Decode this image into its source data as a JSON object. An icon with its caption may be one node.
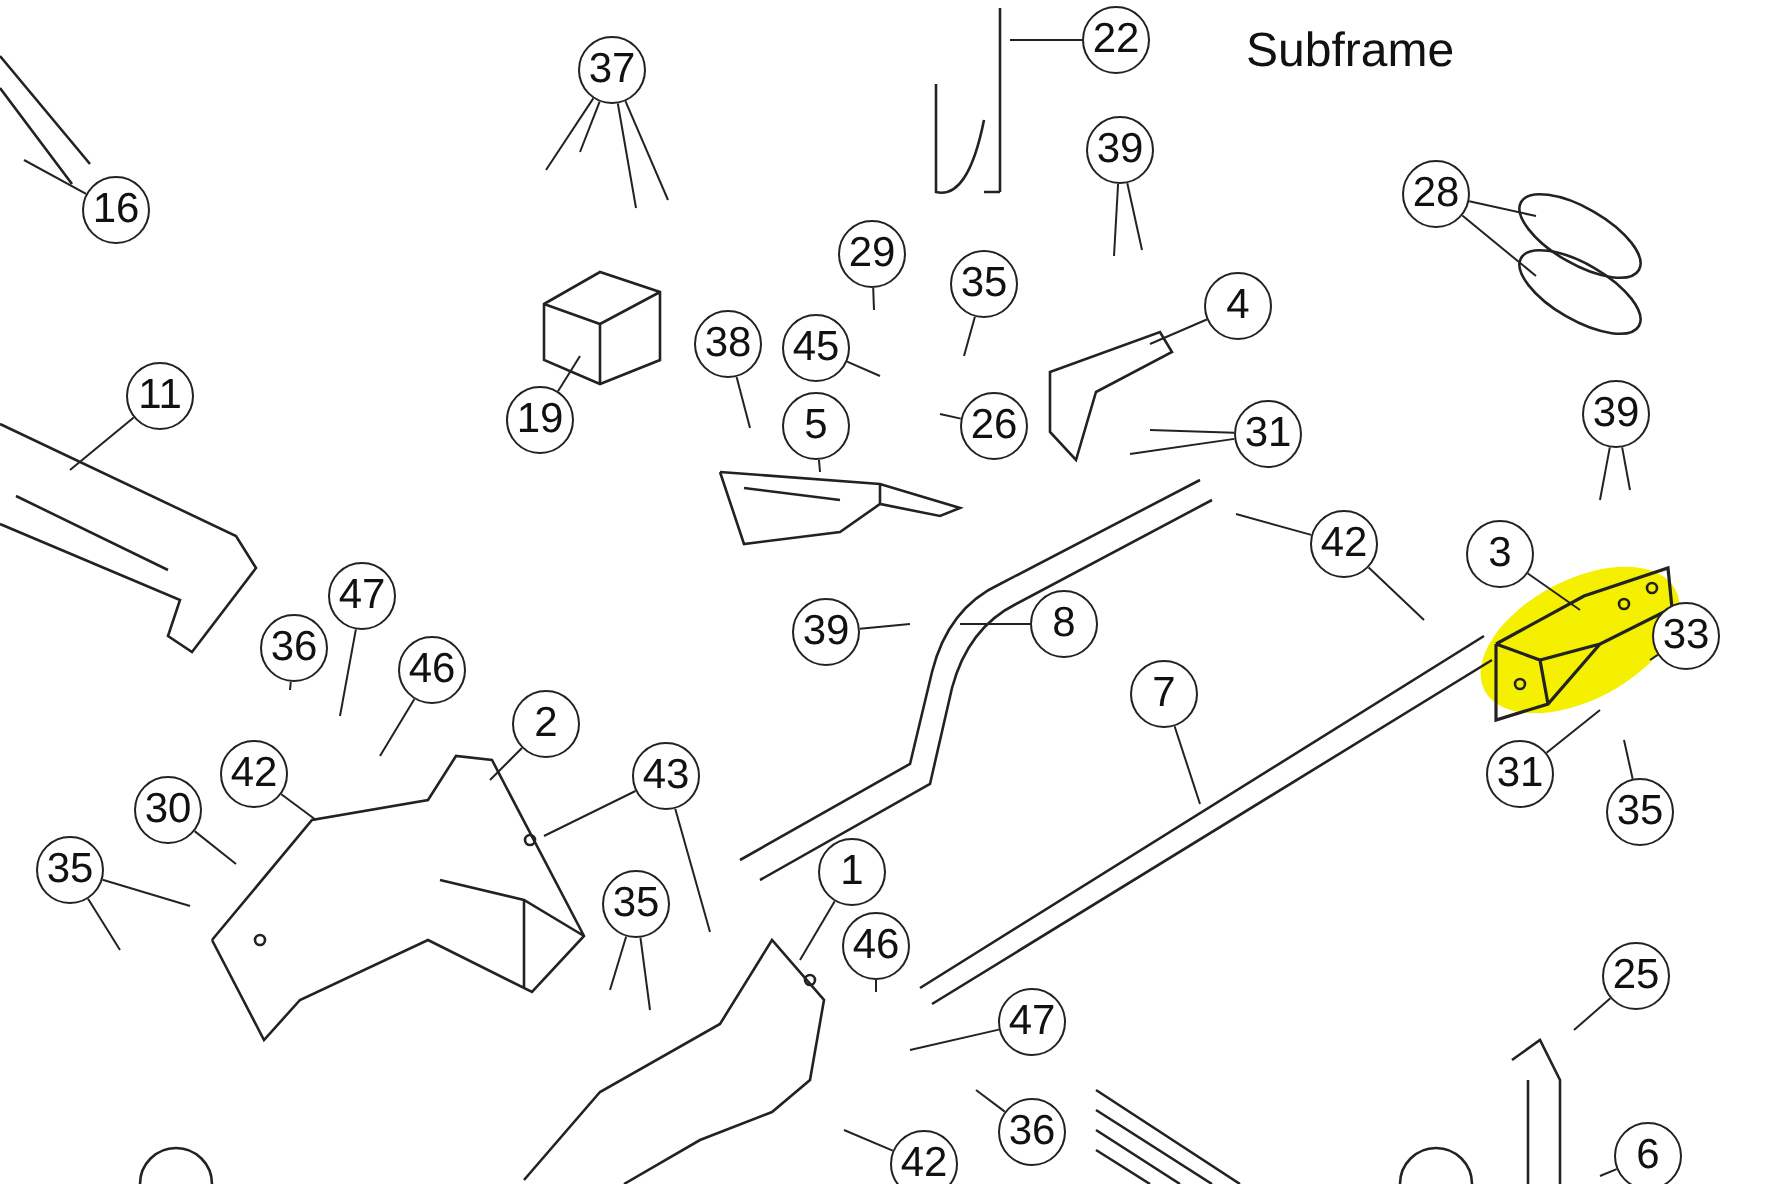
{
  "diagram": {
    "title": "Subframe",
    "nodes": [
      {
        "text": [
          "37"
        ]
      },
      {
        "text": [
          "16"
        ]
      },
      {
        "text": [
          "22"
        ]
      },
      {
        "text": [
          "39"
        ]
      },
      {
        "text": [
          "28"
        ]
      },
      {
        "text": [
          "29"
        ]
      },
      {
        "text": [
          "35"
        ]
      },
      {
        "text": [
          "45"
        ]
      },
      {
        "text": [
          "26"
        ]
      },
      {
        "text": [
          "4"
        ]
      },
      {
        "text": [
          "38"
        ]
      },
      {
        "text": [
          "19"
        ]
      },
      {
        "text": [
          "5"
        ]
      },
      {
        "text": [
          "31"
        ]
      },
      {
        "text": [
          "39"
        ]
      },
      {
        "text": [
          "11"
        ]
      },
      {
        "text": [
          "42"
        ]
      },
      {
        "text": [
          "3"
        ]
      },
      {
        "text": [
          "33"
        ]
      },
      {
        "text": [
          "31"
        ]
      },
      {
        "text": [
          "35"
        ]
      },
      {
        "text": [
          "39"
        ]
      },
      {
        "text": [
          "8"
        ]
      },
      {
        "text": [
          "7"
        ]
      },
      {
        "text": [
          "36"
        ]
      },
      {
        "text": [
          "47"
        ]
      },
      {
        "text": [
          "46"
        ]
      },
      {
        "text": [
          "2"
        ]
      },
      {
        "text": [
          "43"
        ]
      },
      {
        "text": [
          "42"
        ]
      },
      {
        "text": [
          "30"
        ]
      },
      {
        "text": [
          "35"
        ]
      },
      {
        "text": [
          "35"
        ]
      },
      {
        "text": [
          "1"
        ]
      },
      {
        "text": [
          "46"
        ]
      },
      {
        "text": [
          "47"
        ]
      },
      {
        "text": [
          "36"
        ]
      },
      {
        "text": [
          "42"
        ]
      },
      {
        "text": [
          "25"
        ]
      },
      {
        "text": [
          "6"
        ]
      }
    ],
    "edges": [
      {
        "from": 0,
        "to": null,
        "arrow": "none"
      },
      {
        "from": 0,
        "to": null,
        "arrow": "none"
      },
      {
        "from": 0,
        "to": null,
        "arrow": "none"
      },
      {
        "from": 0,
        "to": null,
        "arrow": "none"
      },
      {
        "from": 1,
        "to": null,
        "arrow": "none"
      },
      {
        "from": 2,
        "to": null,
        "arrow": "none"
      },
      {
        "from": 3,
        "to": null,
        "arrow": "none"
      },
      {
        "from": 3,
        "to": null,
        "arrow": "none"
      },
      {
        "from": 4,
        "to": null,
        "arrow": "none"
      },
      {
        "from": 4,
        "to": null,
        "arrow": "none"
      },
      {
        "from": 5,
        "to": null,
        "arrow": "none"
      },
      {
        "from": 6,
        "to": null,
        "arrow": "none"
      },
      {
        "from": 7,
        "to": null,
        "arrow": "none"
      },
      {
        "from": 8,
        "to": null,
        "arrow": "none"
      },
      {
        "from": 9,
        "to": null,
        "arrow": "none"
      },
      {
        "from": 10,
        "to": null,
        "arrow": "none"
      },
      {
        "from": 11,
        "to": null,
        "arrow": "none"
      },
      {
        "from": 12,
        "to": null,
        "arrow": "none"
      },
      {
        "from": 13,
        "to": null,
        "arrow": "none"
      },
      {
        "from": 13,
        "to": null,
        "arrow": "none"
      },
      {
        "from": 14,
        "to": null,
        "arrow": "none"
      },
      {
        "from": 14,
        "to": null,
        "arrow": "none"
      },
      {
        "from": 15,
        "to": null,
        "arrow": "none"
      },
      {
        "from": 16,
        "to": null,
        "arrow": "none"
      },
      {
        "from": 16,
        "to": null,
        "arrow": "none"
      },
      {
        "from": 17,
        "to": null,
        "arrow": "none"
      },
      {
        "from": 18,
        "to": null,
        "arrow": "none"
      },
      {
        "from": 19,
        "to": null,
        "arrow": "none"
      },
      {
        "from": 20,
        "to": null,
        "arrow": "none"
      },
      {
        "from": 21,
        "to": null,
        "arrow": "none"
      },
      {
        "from": 22,
        "to": null,
        "arrow": "none"
      },
      {
        "from": 23,
        "to": null,
        "arrow": "none"
      },
      {
        "from": 24,
        "to": null,
        "arrow": "none"
      },
      {
        "from": 25,
        "to": null,
        "arrow": "none"
      },
      {
        "from": 26,
        "to": null,
        "arrow": "none"
      },
      {
        "from": 27,
        "to": null,
        "arrow": "none"
      },
      {
        "from": 28,
        "to": null,
        "arrow": "none"
      },
      {
        "from": 28,
        "to": null,
        "arrow": "none"
      },
      {
        "from": 29,
        "to": null,
        "arrow": "none"
      },
      {
        "from": 30,
        "to": null,
        "arrow": "none"
      },
      {
        "from": 31,
        "to": null,
        "arrow": "none"
      },
      {
        "from": 31,
        "to": null,
        "arrow": "none"
      },
      {
        "from": 32,
        "to": null,
        "arrow": "none"
      },
      {
        "from": 32,
        "to": null,
        "arrow": "none"
      },
      {
        "from": 33,
        "to": null,
        "arrow": "none"
      },
      {
        "from": 34,
        "to": null,
        "arrow": "none"
      },
      {
        "from": 35,
        "to": null,
        "arrow": "none"
      },
      {
        "from": 36,
        "to": null,
        "arrow": "none"
      },
      {
        "from": 37,
        "to": null,
        "arrow": "none"
      },
      {
        "from": 38,
        "to": null,
        "arrow": "none"
      },
      {
        "from": 39,
        "to": null,
        "arrow": "none"
      }
    ]
  }
}
